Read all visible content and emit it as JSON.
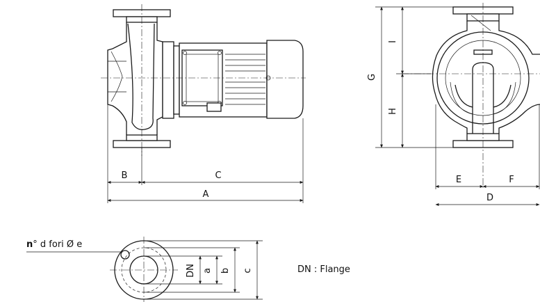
{
  "labels": {
    "A": "A",
    "B": "B",
    "C": "C",
    "D": "D",
    "E": "E",
    "F": "F",
    "G": "G",
    "H": "H",
    "I": "I",
    "DN": "DN",
    "a": "a",
    "b": "b",
    "c": "c"
  },
  "holes_note": {
    "bold": "n",
    "rest": "° d fori Ø e"
  },
  "flange_note": "DN : Flange"
}
